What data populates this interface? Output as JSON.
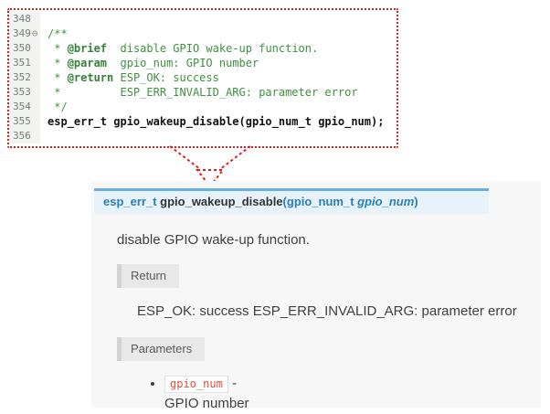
{
  "colors": {
    "highlight_border_red": "#e01b1b",
    "comment_green": "#3f9141",
    "code_black": "#111111",
    "signature_bg": "#e7f2fa",
    "signature_border_blue": "#6ab0de",
    "signature_text_blue": "#2980b9",
    "param_literal_red": "#e74c3c",
    "rubric_bg": "#e8e8e8",
    "doc_bg": "#f7f7f7"
  },
  "code_editor": {
    "fold_glyph": "⊖",
    "lines": [
      {
        "num": "348",
        "segments": []
      },
      {
        "num": "349",
        "fold": true,
        "segments": [
          {
            "t": "/**",
            "c": "comment"
          }
        ]
      },
      {
        "num": "350",
        "segments": [
          {
            "t": " * ",
            "c": "comment"
          },
          {
            "t": "@brief",
            "c": "tag"
          },
          {
            "t": "  disable GPIO wake-up function.",
            "c": "comment"
          }
        ]
      },
      {
        "num": "351",
        "segments": [
          {
            "t": " * ",
            "c": "comment"
          },
          {
            "t": "@param",
            "c": "tag"
          },
          {
            "t": "  gpio_num: GPIO number",
            "c": "comment"
          }
        ]
      },
      {
        "num": "352",
        "segments": [
          {
            "t": " * ",
            "c": "comment"
          },
          {
            "t": "@return",
            "c": "tag"
          },
          {
            "t": " ESP_OK: success",
            "c": "comment"
          }
        ]
      },
      {
        "num": "353",
        "segments": [
          {
            "t": " *         ESP_ERR_INVALID_ARG: parameter error",
            "c": "comment"
          }
        ]
      },
      {
        "num": "354",
        "segments": [
          {
            "t": " */",
            "c": "comment"
          }
        ]
      },
      {
        "num": "355",
        "segments": [
          {
            "t": "esp_err_t gpio_wakeup_disable(gpio_num_t gpio_num);",
            "c": "code"
          }
        ]
      },
      {
        "num": "356",
        "segments": []
      }
    ]
  },
  "doc": {
    "signature": {
      "return_type": "esp_err_t ",
      "function_name": "gpio_wakeup_disable",
      "paren_open": "(",
      "arg_type": "gpio_num_t ",
      "arg_name": "gpio_num",
      "paren_close": ")"
    },
    "description": "disable GPIO wake-up function.",
    "return_section": {
      "label": "Return",
      "text": "ESP_OK: success ESP_ERR_INVALID_ARG: parameter error"
    },
    "parameters_section": {
      "label": "Parameters",
      "items": [
        {
          "name": "gpio_num",
          "separator": " - ",
          "description": "GPIO number"
        }
      ]
    }
  }
}
